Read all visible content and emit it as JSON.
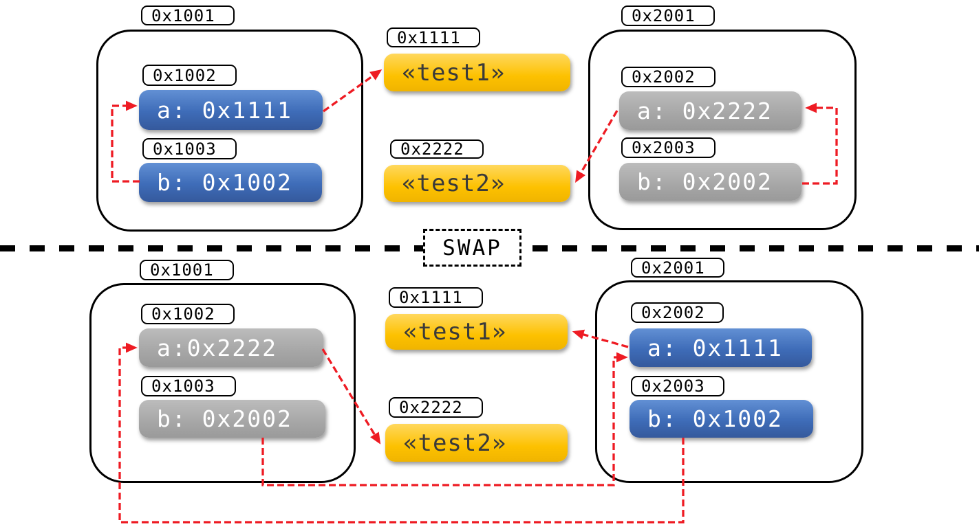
{
  "colors": {
    "blue": "#3e6cb8",
    "yellow": "#fdc100",
    "gray": "#a6a6a6",
    "red": "#ee1b23",
    "ink": "#000000"
  },
  "swap": {
    "label": "SWAP"
  },
  "before": {
    "obj1": {
      "addr": "0x1001",
      "slots": [
        {
          "addr": "0x1002",
          "value": "a: 0x1111",
          "type": "blue"
        },
        {
          "addr": "0x1003",
          "value": "b: 0x1002",
          "type": "blue"
        }
      ]
    },
    "strings": [
      {
        "addr": "0x1111",
        "value": "«test1»"
      },
      {
        "addr": "0x2222",
        "value": "«test2»"
      }
    ],
    "obj2": {
      "addr": "0x2001",
      "slots": [
        {
          "addr": "0x2002",
          "value": "a: 0x2222",
          "type": "gray"
        },
        {
          "addr": "0x2003",
          "value": "b: 0x2002",
          "type": "gray"
        }
      ]
    },
    "pointers": [
      {
        "from": "b@0x1003",
        "to": "a@0x1002"
      },
      {
        "from": "a@0x1002",
        "to": "string@0x1111"
      },
      {
        "from": "a@0x2002",
        "to": "string@0x2222"
      },
      {
        "from": "b@0x2003",
        "to": "a@0x2002"
      }
    ]
  },
  "after": {
    "obj1": {
      "addr": "0x1001",
      "slots": [
        {
          "addr": "0x1002",
          "value": "a:0x2222",
          "type": "gray"
        },
        {
          "addr": "0x1003",
          "value": "b: 0x2002",
          "type": "gray"
        }
      ]
    },
    "strings": [
      {
        "addr": "0x1111",
        "value": "«test1»"
      },
      {
        "addr": "0x2222",
        "value": "«test2»"
      }
    ],
    "obj2": {
      "addr": "0x2001",
      "slots": [
        {
          "addr": "0x2002",
          "value": "a: 0x1111",
          "type": "blue"
        },
        {
          "addr": "0x2003",
          "value": "b: 0x1002",
          "type": "blue"
        }
      ]
    },
    "pointers": [
      {
        "from": "a@0x1002",
        "to": "string@0x2222"
      },
      {
        "from": "a@0x2002",
        "to": "string@0x1111"
      },
      {
        "from": "b@0x1003",
        "to": "a@0x2002"
      },
      {
        "from": "b@0x2003",
        "to": "a@0x1002"
      }
    ]
  }
}
